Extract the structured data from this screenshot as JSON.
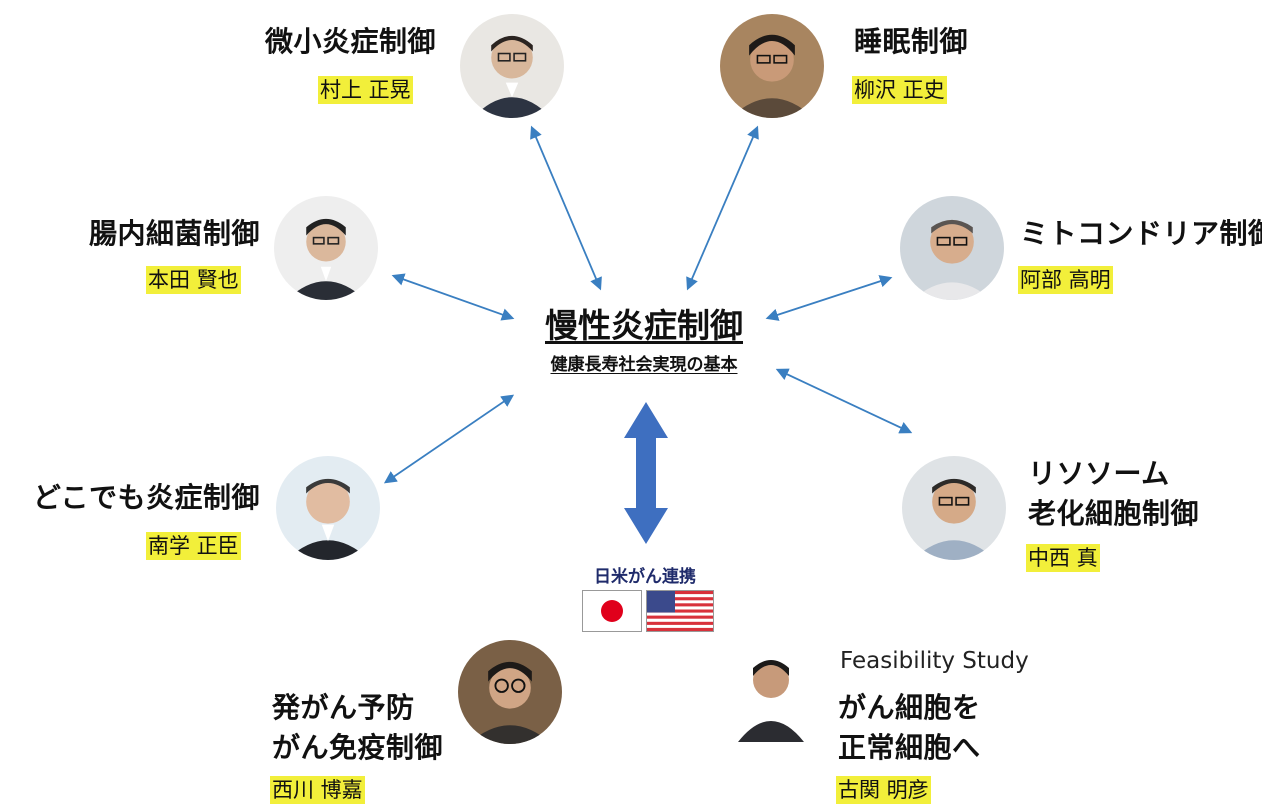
{
  "center": {
    "title": "慢性炎症制御",
    "subtitle": "健康長寿社会実現の基本"
  },
  "collaboration": {
    "label": "日米がん連携",
    "flags": [
      "japan-flag-icon",
      "usa-flag-icon"
    ]
  },
  "projects": {
    "microinflammation": {
      "title": "微小炎症制御",
      "name": "村上 正晃"
    },
    "sleep": {
      "title": "睡眠制御",
      "name": "柳沢 正史"
    },
    "gut": {
      "title": "腸内細菌制御",
      "name": "本田 賢也"
    },
    "mitochondria": {
      "title": "ミトコンドリア制御",
      "name": "阿部 高明"
    },
    "anywhere": {
      "title": "どこでも炎症制御",
      "name": "南学 正臣"
    },
    "lysosome": {
      "title_line1": "リソソーム",
      "title_line2": "老化細胞制御",
      "name": "中西 真"
    },
    "cancer_prevention": {
      "title_line1": "発がん予防",
      "title_line2": "がん免疫制御",
      "name": "西川 博嘉"
    },
    "normalization": {
      "badge": "Feasibility Study",
      "title_line1": "がん細胞を",
      "title_line2": "正常細胞へ",
      "name": "古関 明彦"
    }
  },
  "colors": {
    "arrow": "#3a7fc1",
    "big_arrow": "#3e6fc0",
    "highlight": "#f2ef3a",
    "japan_red": "#e0001b",
    "usa_red": "#d8313b",
    "usa_blue": "#3b4a8c"
  }
}
